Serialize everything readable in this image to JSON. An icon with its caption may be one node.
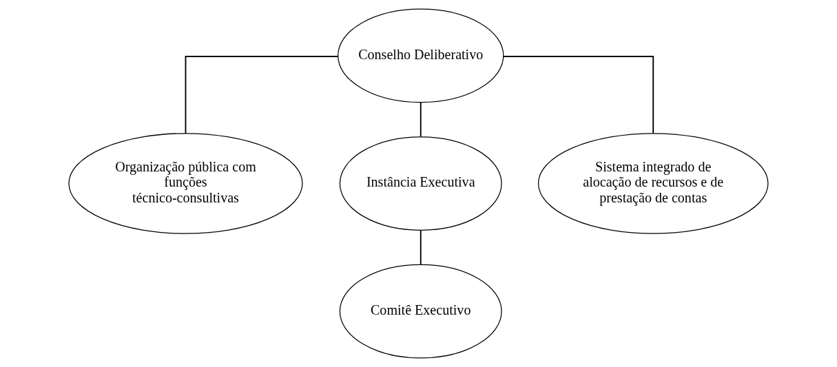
{
  "diagram": {
    "nodes": [
      {
        "text": [
          "Conselho Deliberativo"
        ]
      },
      {
        "text": [
          "Organização pública com funções técnico-consultivas"
        ]
      },
      {
        "text": [
          "Instância Executiva"
        ]
      },
      {
        "text": [
          "Sistema integrado de alocação de recursos e de prestação de contas"
        ]
      },
      {
        "text": [
          "Comitê Executivo"
        ]
      }
    ],
    "edges": [
      {
        "from": 0,
        "to": 1,
        "arrow": "none"
      },
      {
        "from": 0,
        "to": 2,
        "arrow": "none"
      },
      {
        "from": 0,
        "to": 3,
        "arrow": "none"
      },
      {
        "from": 2,
        "to": 4,
        "arrow": "none"
      }
    ]
  }
}
